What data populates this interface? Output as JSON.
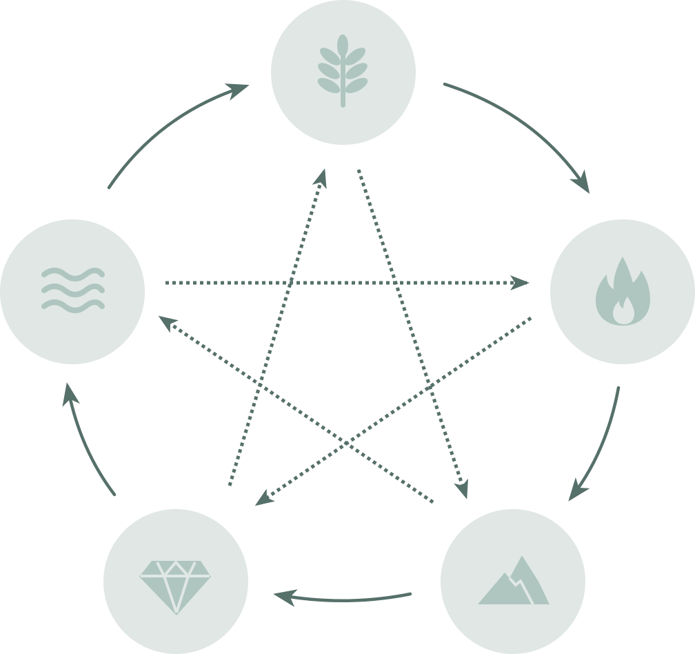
{
  "colors": {
    "node_fill": "#e0e7e4",
    "icon_fill": "#afc6c0",
    "arrow": "#56706a"
  },
  "nodes": [
    {
      "id": "wood",
      "icon": "leaf-sprig-icon"
    },
    {
      "id": "fire",
      "icon": "flame-icon"
    },
    {
      "id": "earth",
      "icon": "mountain-icon"
    },
    {
      "id": "metal",
      "icon": "diamond-icon"
    },
    {
      "id": "water",
      "icon": "waves-icon"
    }
  ],
  "generating_cycle": [
    {
      "from": "wood",
      "to": "fire"
    },
    {
      "from": "fire",
      "to": "earth"
    },
    {
      "from": "earth",
      "to": "metal"
    },
    {
      "from": "metal",
      "to": "water"
    },
    {
      "from": "water",
      "to": "wood"
    }
  ],
  "controlling_cycle": [
    {
      "from": "wood",
      "to": "earth"
    },
    {
      "from": "earth",
      "to": "water"
    },
    {
      "from": "water",
      "to": "fire"
    },
    {
      "from": "fire",
      "to": "metal"
    },
    {
      "from": "metal",
      "to": "wood"
    }
  ]
}
